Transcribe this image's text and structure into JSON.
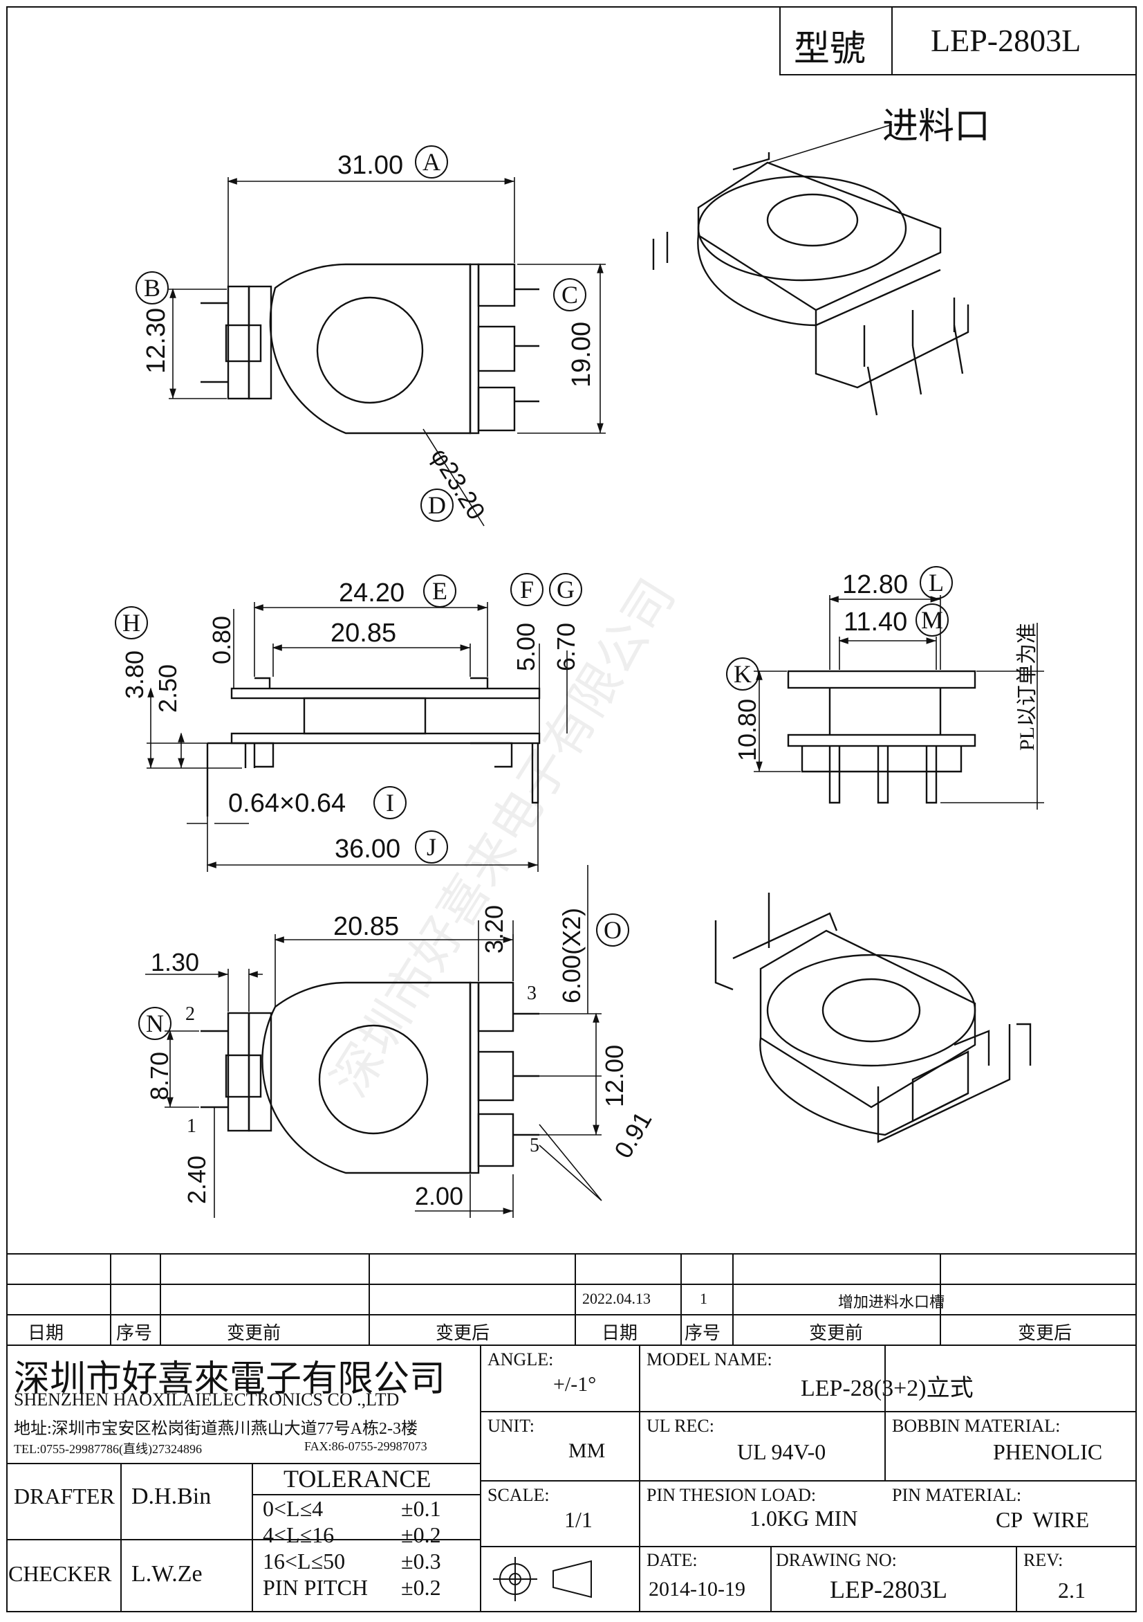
{
  "title_block": {
    "model_label": "型號",
    "model_value": "LEP-2803L"
  },
  "callouts": {
    "feed_inlet": "进料口",
    "pl_note": "PL以订单为准",
    "watermark": "深圳市好喜来电子有限公司"
  },
  "top_view": {
    "dim_A": "31.00",
    "lbl_A": "A",
    "dim_B": "12.30",
    "lbl_B": "B",
    "dim_C": "19.00",
    "lbl_C": "C",
    "dim_D": "φ23.20",
    "lbl_D": "D"
  },
  "side_view": {
    "dim_E": "24.20",
    "lbl_E": "E",
    "dim_inner": "20.85",
    "dim_080": "0.80",
    "lbl_F": "F",
    "dim_F": "5.00",
    "lbl_G": "G",
    "dim_G": "6.70",
    "lbl_H": "H",
    "dim_H": "3.80",
    "dim_250": "2.50",
    "dim_I": "0.64×0.64",
    "lbl_I": "I",
    "dim_J": "36.00",
    "lbl_J": "J"
  },
  "end_view": {
    "dim_L": "12.80",
    "lbl_L": "L",
    "dim_M": "11.40",
    "lbl_M": "M",
    "dim_K": "10.80",
    "lbl_K": "K"
  },
  "bottom_view": {
    "dim_width": "20.85",
    "dim_130": "1.30",
    "dim_320": "3.20",
    "dim_O": "6.00(X2)",
    "lbl_O": "O",
    "lbl_N": "N",
    "dim_N": "8.70",
    "dim_240": "2.40",
    "dim_1200": "12.00",
    "dim_091": "0.91",
    "dim_200": "2.00",
    "pin1": "1",
    "pin2": "2",
    "pin3": "3",
    "pin5": "5"
  },
  "revision": {
    "row_date": "2022.04.13",
    "row_seq": "1",
    "row_after": "增加进料水口槽",
    "headers": [
      "日期",
      "序号",
      "变更前",
      "变更后",
      "日期",
      "序号",
      "变更前",
      "变更后"
    ]
  },
  "company": {
    "name_cn": "深圳市好喜來電子有限公司",
    "name_en": "SHENZHEN HAOXILAIELECTRONICS CO .,LTD",
    "address": "地址:深圳市宝安区松岗街道燕川燕山大道77号A栋2-3楼",
    "tel": "TEL:0755-29987786(直线)27324896",
    "fax": "FAX:86-0755-29987073"
  },
  "specs": {
    "angle_label": "ANGLE:",
    "angle_value": "+/-1°",
    "model_name_label": "MODEL NAME:",
    "model_name_value": "LEP-28(3+2)立式",
    "unit_label": "UNIT:",
    "unit_value": "MM",
    "ul_label": "UL REC:",
    "ul_value": "UL 94V-0",
    "bobbin_label": "BOBBIN MATERIAL:",
    "bobbin_value": "PHENOLIC",
    "scale_label": "SCALE:",
    "scale_value": "1/1",
    "pin_tension_label": "PIN THESION LOAD:",
    "pin_tension_value": "1.0KG MIN",
    "pin_material_label": "PIN MATERIAL:",
    "pin_material_value": "CP  WIRE",
    "date_label": "DATE:",
    "date_value": "2014-10-19",
    "drawing_no_label": "DRAWING NO:",
    "drawing_no_value": "LEP-2803L",
    "rev_label": "REV:",
    "rev_value": "2.1"
  },
  "people": {
    "drafter_label": "DRAFTER",
    "drafter_value": "D.H.Bin",
    "checker_label": "CHECKER",
    "checker_value": "L.W.Ze"
  },
  "tolerance": {
    "title": "TOLERANCE",
    "rows": [
      {
        "range": "0<L≤4",
        "tol": "±0.1"
      },
      {
        "range": "4<L≤16",
        "tol": "±0.2"
      },
      {
        "range": "16<L≤50",
        "tol": "±0.3"
      },
      {
        "range": "PIN PITCH",
        "tol": "±0.2"
      }
    ]
  }
}
